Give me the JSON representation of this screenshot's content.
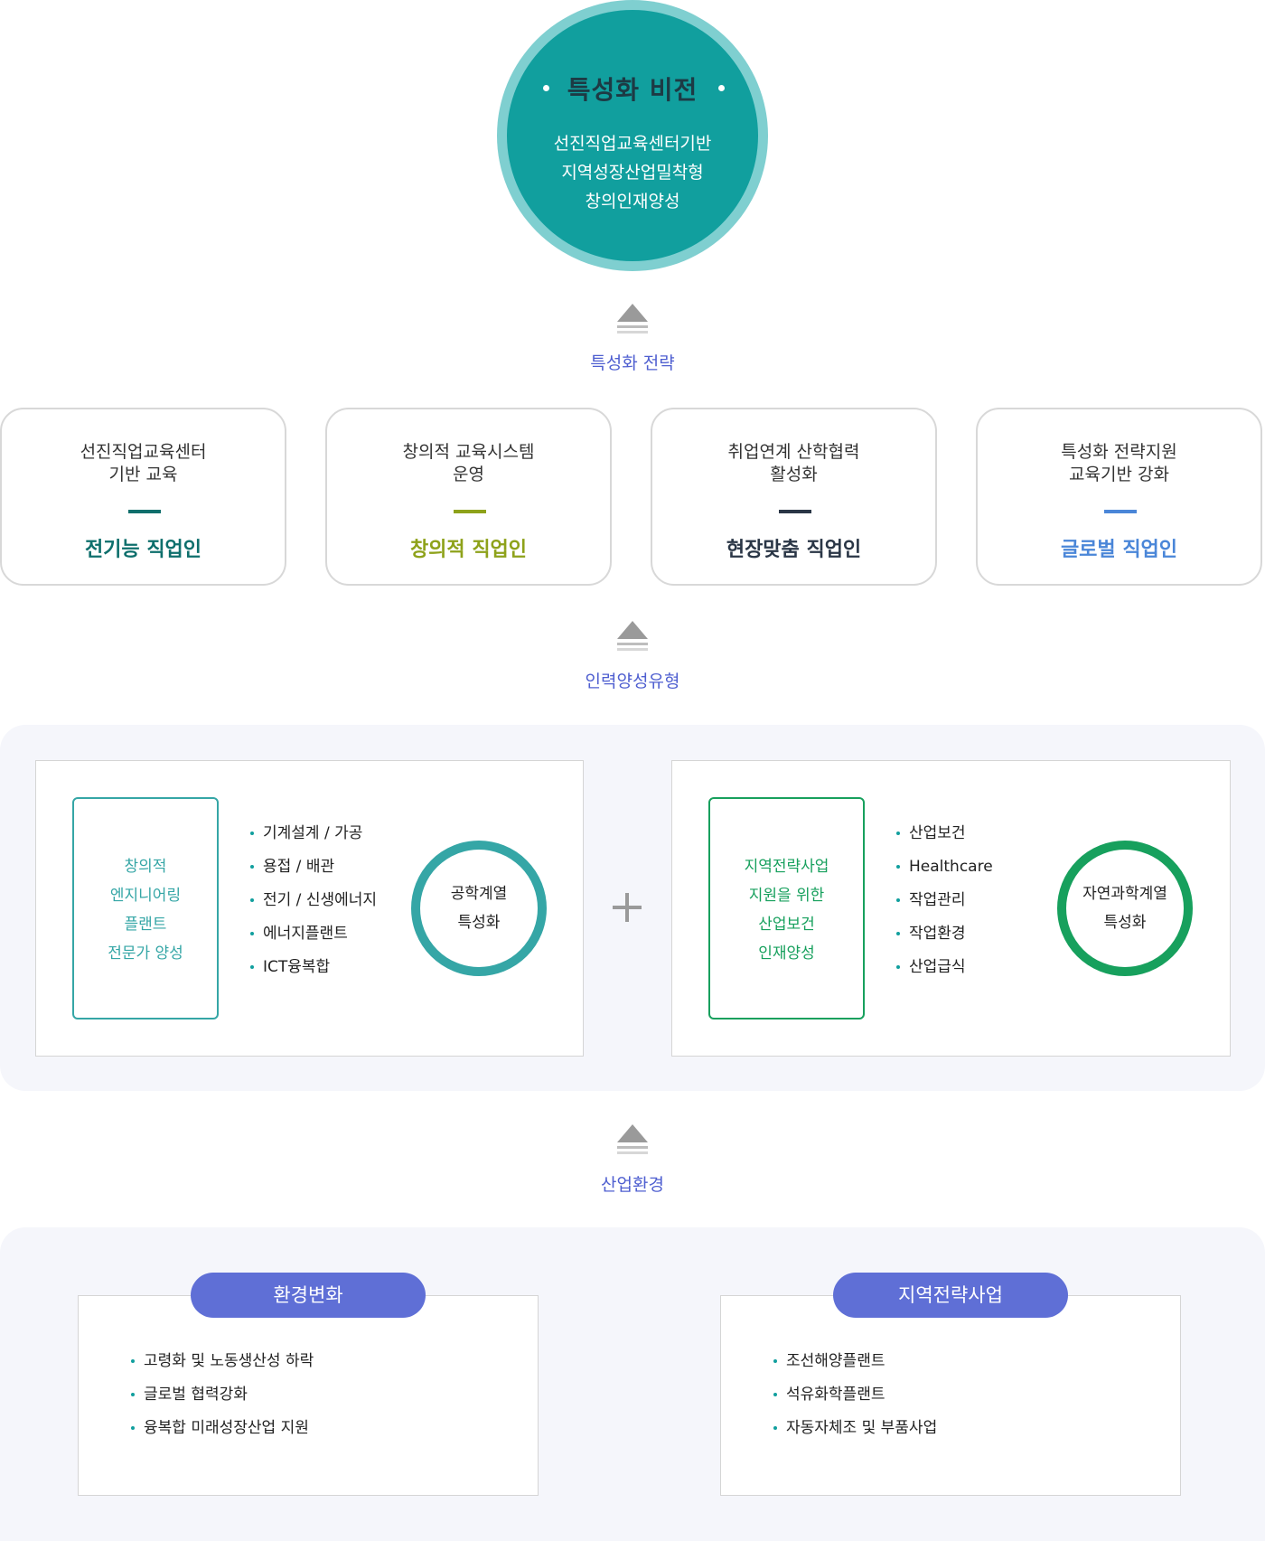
{
  "vision": {
    "title": "특성화 비전",
    "lines": [
      "선진직업교육센터기반",
      "지역성장산업밀착형",
      "창의인재양성"
    ]
  },
  "steps": {
    "strategy": "특성화 전략",
    "talent_type": "인력양성유형",
    "industry_env": "산업환경"
  },
  "strategy_cards": [
    {
      "line1": "선진직업교육센터",
      "line2": "기반 교육",
      "result": "전기능 직업인",
      "color": "#0e6f6c"
    },
    {
      "line1": "창의적 교육시스템",
      "line2": "운영",
      "result": "창의적 직업인",
      "color": "#8ea21a"
    },
    {
      "line1": "취업연계 산학협력",
      "line2": "활성화",
      "result": "현장맞춤 직업인",
      "color": "#2a3646"
    },
    {
      "line1": "특성화 전략지원",
      "line2": "교육기반 강화",
      "result": "글로벌 직업인",
      "color": "#4a86d8"
    }
  ],
  "talent": {
    "left": {
      "frame_lines": [
        "창의적",
        "엔지니어링",
        "플랜트",
        "전문가 양성"
      ],
      "items": [
        "기계설계 / 가공",
        "용접 / 배관",
        "전기 / 신생에너지",
        "에너지플랜트",
        "ICT융복합"
      ],
      "ring_lines": [
        "공학계열",
        "특성화"
      ],
      "color": "#35a6a6"
    },
    "right": {
      "frame_lines": [
        "지역전략사업",
        "지원을 위한",
        "산업보건",
        "인재양성"
      ],
      "items": [
        "산업보건",
        "Healthcare",
        "작업관리",
        "작업환경",
        "산업급식"
      ],
      "ring_lines": [
        "자연과학계열",
        "특성화"
      ],
      "color": "#17a05d"
    }
  },
  "industry": {
    "left": {
      "title": "환경변화",
      "items": [
        "고령화 및 노동생산성 하락",
        "글로벌 협력강화",
        "융복합 미래성장산업 지원"
      ]
    },
    "right": {
      "title": "지역전략사업",
      "items": [
        "조선해양플랜트",
        "석유화학플랜트",
        "자동자체조 및 부품사업"
      ]
    }
  }
}
